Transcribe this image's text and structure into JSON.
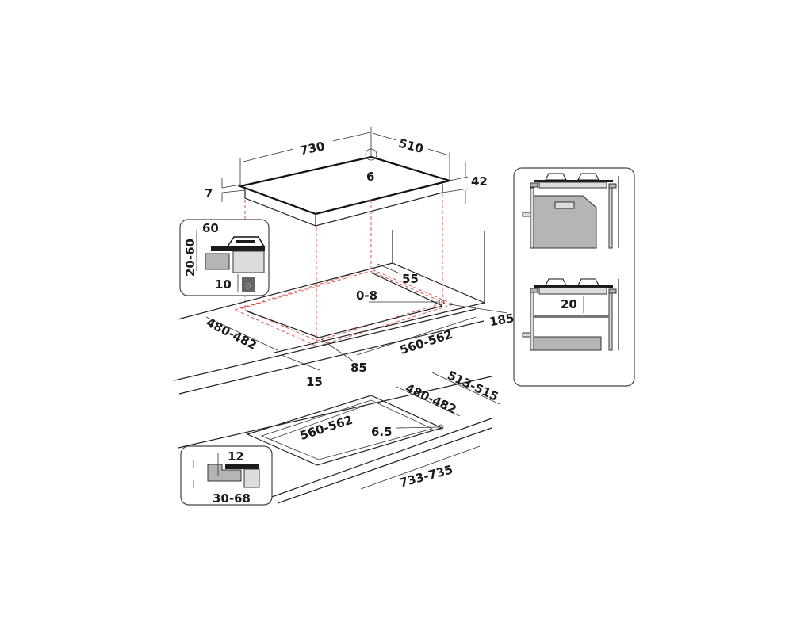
{
  "top_view": {
    "width_label": "730",
    "depth_label": "510",
    "detail_marker": "6",
    "glass_thickness": "7",
    "height_label": "42"
  },
  "cutout": {
    "depth_label": "480-482",
    "rear_gap": "55",
    "tolerance_label": "0-8",
    "wall_gap": "185",
    "width_label": "560-562",
    "front_gap": "85",
    "side_gap": "15"
  },
  "left_inset": {
    "top_label": "60",
    "range_label": "20-60",
    "bottom_label": "10"
  },
  "flush_mount": {
    "outer_depth": "513-515",
    "inner_depth": "480-482",
    "inner_width": "560-562",
    "corner_radius": "6.5",
    "outer_width": "733-735"
  },
  "bottom_inset": {
    "rebate_label": "12",
    "thickness_label": "30-68"
  },
  "right_inset": {
    "gap_label": "20"
  },
  "colors": {
    "guide_dash": "#d9534f",
    "line": "#222222",
    "grey_fill": "#b5b5b5"
  }
}
